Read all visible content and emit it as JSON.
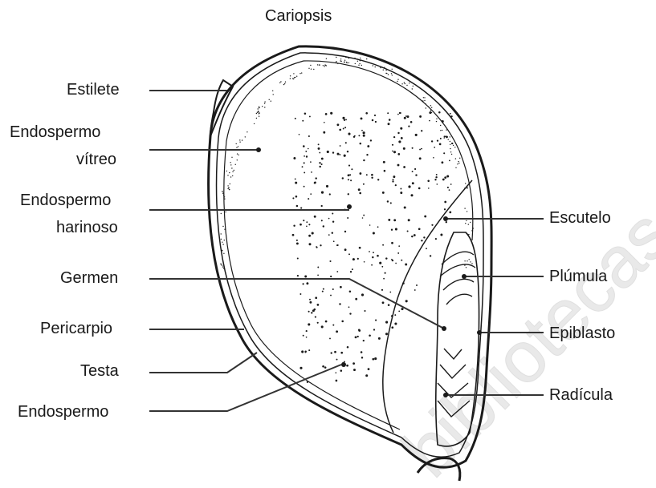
{
  "title": "Cariopsis",
  "labels": {
    "estilete": "Estilete",
    "endospermo_vitreo_1": "Endospermo",
    "endospermo_vitreo_2": "vítreo",
    "endospermo_harinoso_1": "Endospermo",
    "endospermo_harinoso_2": "harinoso",
    "germen": "Germen",
    "pericarpio": "Pericarpio",
    "testa": "Testa",
    "endospermo": "Endospermo",
    "escutelo": "Escutelo",
    "plumula": "Plúmula",
    "epiblasto": "Epiblasto",
    "radicula": "Radícula"
  },
  "watermark": "bibliotecas",
  "colors": {
    "ink": "#1a1a1a",
    "watermark": "#e6e6e6",
    "background": "#ffffff"
  }
}
